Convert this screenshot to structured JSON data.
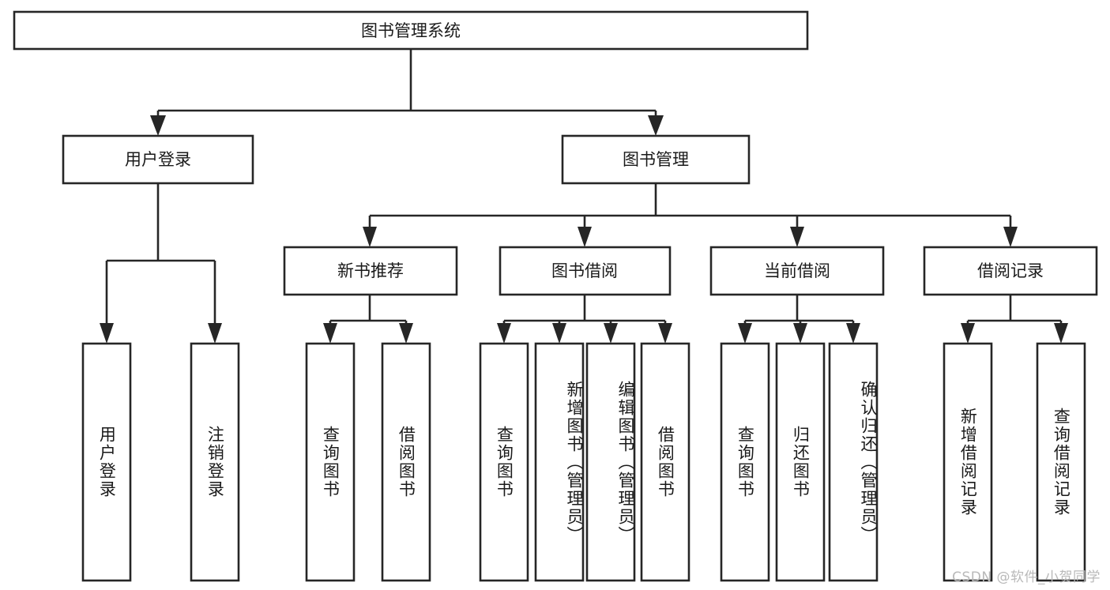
{
  "diagram": {
    "title": "图书管理系统",
    "type": "tree",
    "orientation": "top-down",
    "colors": {
      "stroke": "#262626",
      "box_fill": "#ffffff",
      "text": "#1a1a1a",
      "background": "#ffffff",
      "watermark": "#b9b9b9"
    }
  },
  "root": {
    "label": "图书管理系统"
  },
  "level1": [
    {
      "id": "user-login",
      "label": "用户登录"
    },
    {
      "id": "book-management",
      "label": "图书管理"
    }
  ],
  "level2": [
    {
      "id": "new-book-recommend",
      "label": "新书推荐",
      "parent": "book-management"
    },
    {
      "id": "book-borrow",
      "label": "图书借阅",
      "parent": "book-management"
    },
    {
      "id": "current-borrow",
      "label": "当前借阅",
      "parent": "book-management"
    },
    {
      "id": "borrow-record",
      "label": "借阅记录",
      "parent": "book-management"
    }
  ],
  "leaves": {
    "user-login": [
      {
        "id": "leaf-user-login",
        "label": "用户登录"
      },
      {
        "id": "leaf-user-logout",
        "label": "注销登录"
      }
    ],
    "new-book-recommend": [
      {
        "id": "leaf-query-book-1",
        "label": "查询图书"
      },
      {
        "id": "leaf-borrow-book-1",
        "label": "借阅图书"
      }
    ],
    "book-borrow": [
      {
        "id": "leaf-query-book-2",
        "label": "查询图书"
      },
      {
        "id": "leaf-add-book",
        "label": "新增图书（管理员）"
      },
      {
        "id": "leaf-edit-book",
        "label": "编辑图书（管理员）"
      },
      {
        "id": "leaf-borrow-book-2",
        "label": "借阅图书"
      }
    ],
    "current-borrow": [
      {
        "id": "leaf-query-book-3",
        "label": "查询图书"
      },
      {
        "id": "leaf-return-book",
        "label": "归还图书"
      },
      {
        "id": "leaf-confirm-return",
        "label": "确认归还（管理员）"
      }
    ],
    "borrow-record": [
      {
        "id": "leaf-add-record",
        "label": "新增借阅记录"
      },
      {
        "id": "leaf-query-record",
        "label": "查询借阅记录"
      }
    ]
  },
  "watermark": {
    "text": "CSDN @软件_小贺同学"
  }
}
